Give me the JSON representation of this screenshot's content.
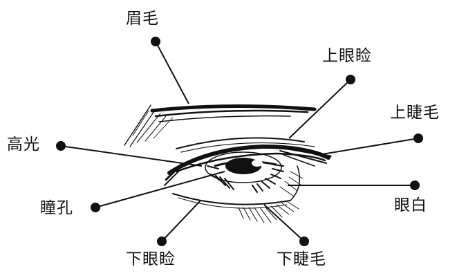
{
  "labels": {
    "brow": "眉毛",
    "upper_lid": "上眼睑",
    "upper_lashes": "上睫毛",
    "highlight": "高光",
    "pupil": "瞳孔",
    "white": "眼白",
    "lower_lid": "下眼睑",
    "lower_lashes": "下睫毛"
  },
  "colors": {
    "ink": "#111111",
    "background": "#ffffff"
  }
}
